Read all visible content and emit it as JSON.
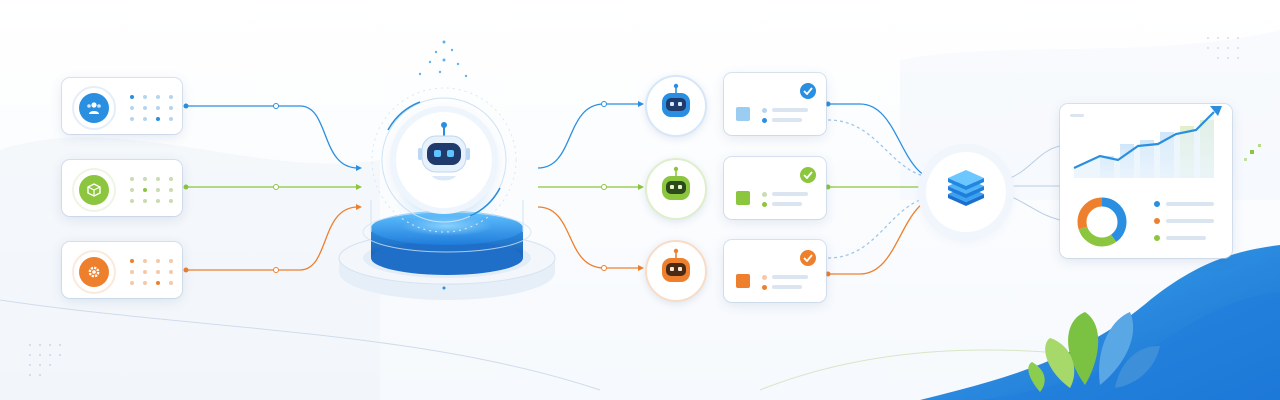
{
  "colors": {
    "blue": "#2a8fe0",
    "green": "#8cc63f",
    "orange": "#ee7f2d",
    "navy": "#1f3a6b",
    "line_gray": "#dbe5f1"
  },
  "inputs": [
    {
      "icon": "users-icon",
      "color": "#2a8fe0"
    },
    {
      "icon": "box-icon",
      "color": "#8cc63f"
    },
    {
      "icon": "gear-icon",
      "color": "#ee7f2d"
    }
  ],
  "agents": [
    {
      "icon": "robot-icon",
      "color": "#2a8fe0"
    },
    {
      "icon": "robot-icon",
      "color": "#8cc63f"
    },
    {
      "icon": "robot-icon",
      "color": "#ee7f2d"
    }
  ],
  "results": [
    {
      "status_icon": "check-icon",
      "color": "#2a8fe0"
    },
    {
      "status_icon": "check-icon",
      "color": "#8cc63f"
    },
    {
      "status_icon": "check-icon",
      "color": "#ee7f2d"
    }
  ],
  "hub": {
    "icon": "layers-icon",
    "color": "#2a8fe0"
  },
  "core": {
    "icon": "robot-icon",
    "color": "#2a8fe0"
  },
  "report": {
    "trend_icon": "trend-arrow-icon",
    "donut_segments": [
      {
        "color": "#2a8fe0",
        "value": 0.4
      },
      {
        "color": "#8cc63f",
        "value": 0.3
      },
      {
        "color": "#ee7f2d",
        "value": 0.3
      }
    ],
    "legend_colors": [
      "#2a8fe0",
      "#ee7f2d",
      "#8cc63f"
    ]
  }
}
